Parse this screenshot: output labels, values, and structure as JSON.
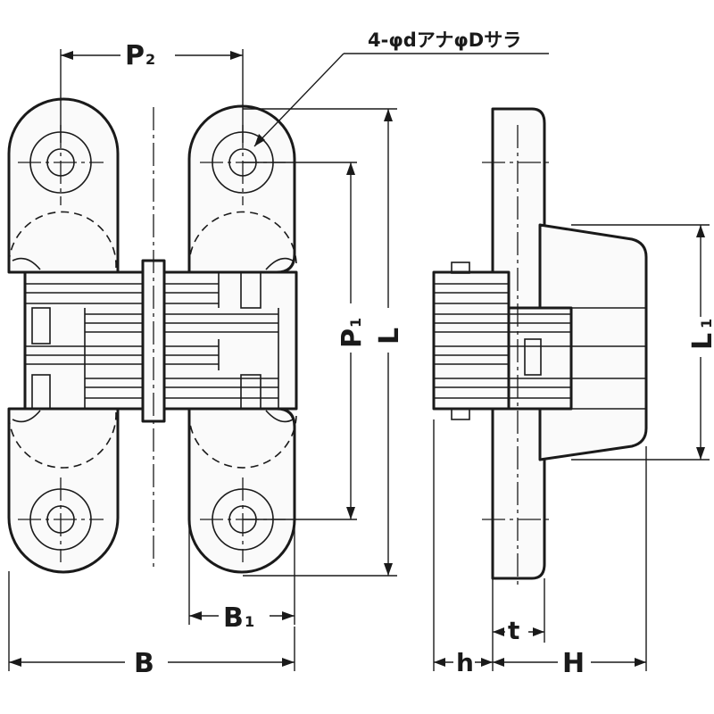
{
  "labels": {
    "p2": "P",
    "p2_sub": "2",
    "p1": "P",
    "p1_sub": "1",
    "l": "L",
    "l1": "L",
    "l1_sub": "1",
    "b1": "B",
    "b1_sub": "1",
    "b": "B",
    "t": "t",
    "h_small": "h",
    "h_large": "H",
    "hole_note": "4-φdアナφDサラ"
  },
  "colors": {
    "line": "#1a1a1a",
    "part_fill": "#fafafa",
    "background": "#ffffff"
  }
}
